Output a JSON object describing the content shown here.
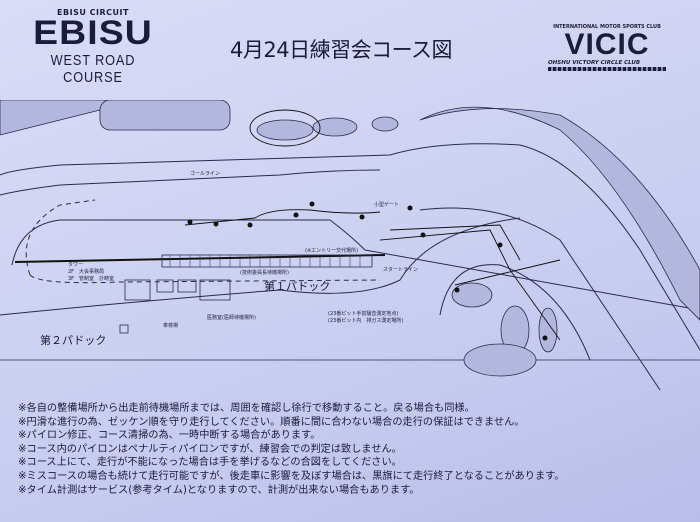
{
  "header": {
    "left_logo": {
      "top_text": "EBISU CIRCUIT",
      "main_text": "EBISU",
      "subtitle": "WEST ROAD COURSE"
    },
    "title": "4月24日練習会コース図",
    "right_logo": {
      "top_text": "INTERNATIONAL MOTOR SPORTS CLUB",
      "main_text": "VICIC",
      "sub_text": "OHSHU VICTORY CIRCLE CLUB"
    }
  },
  "map": {
    "labels": {
      "goal_line": "ゴールライン",
      "start_line": "スタートライン",
      "driver_change": "(※エントリー交代場所)",
      "tech_waiting": "(技術委員長待機場所)",
      "tower": "タワー",
      "tower_2f": "2F　大会事務局",
      "tower_3f": "3F　管制室　計時室",
      "paddock1": "第１パドック",
      "paddock2": "第２パドック",
      "medical": "医務室(医師待機場所)",
      "inspection": "車検場",
      "pit_noise": "(23番ピット手前騒音測定地点)",
      "pit_exhaust": "(23番ピット内　排ガス測定場所)",
      "small_gate": "小型ゲート"
    }
  },
  "notes": [
    "※各自の整備場所から出走前待機場所までは、周囲を確認し徐行で移動すること。戻る場合も同様。",
    "※円滑な進行の為、ゼッケン順を守り走行してください。順番に間に合わない場合の走行の保証はできません。",
    "※パイロン修正、コース清掃の為、一時中断する場合があります。",
    "※コース内のパイロンはペナルティパイロンですが、練習会での判定は致しません。",
    "※コース上にて、走行が不能になった場合は手を挙げるなどの合図をしてください。",
    "※ミスコースの場合も続けて走行可能ですが、後走車に影響を及ぼす場合は、黒旗にて走行終了となることがあります。",
    "※タイム計測はサービス(参考タイム)となりますので、計測が出来ない場合もあります。"
  ]
}
